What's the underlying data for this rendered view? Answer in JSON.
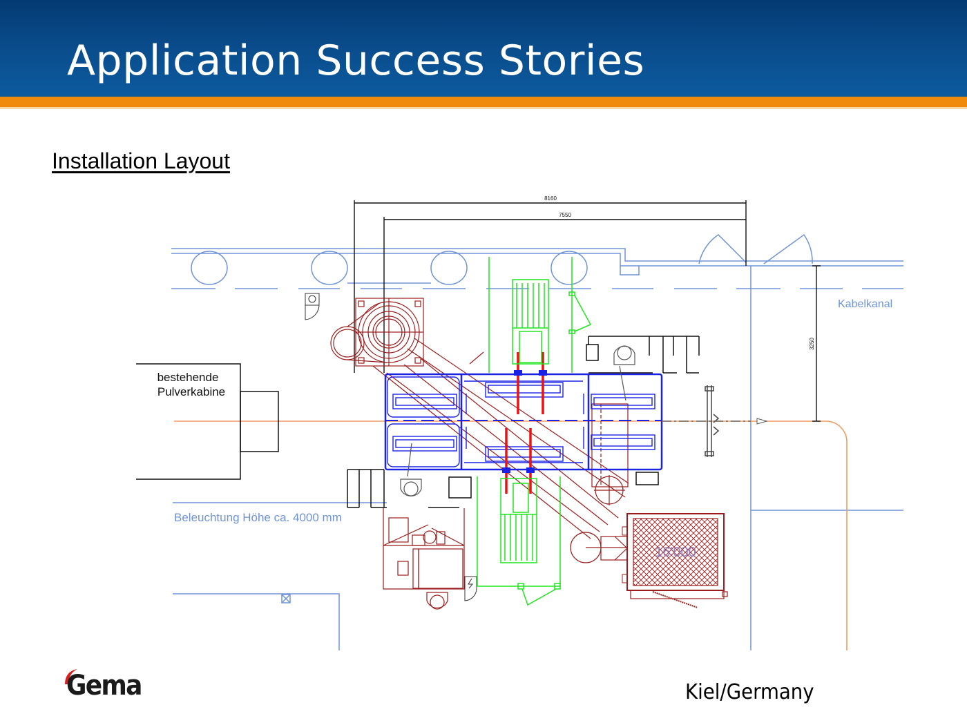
{
  "header": {
    "title": "Application Success Stories"
  },
  "subtitle": "Installation Layout",
  "drawing": {
    "dimensions": {
      "overall_width": "8160",
      "inner_width": "7550",
      "vertical": "3250"
    },
    "labels": {
      "cable_channel": "Kabelkanal",
      "existing_booth_line1": "bestehende",
      "existing_booth_line2": "Pulverkabine",
      "lighting_note": "Beleuchtung Höhe ca. 4000 mm",
      "filter_value": "16'000"
    },
    "icons": {
      "emergency": "sos-icon",
      "electrical": "lightning-icon"
    },
    "colors": {
      "building": "#6f93d8",
      "booth": "#1a22e6",
      "cyclone": "#9b1c1c",
      "forklift": "#1ee61e",
      "guns": "#ee1111",
      "conveyor": "#f39a62",
      "dimension": "#111111"
    }
  },
  "footer": {
    "logo": "Gema",
    "location": "Kiel/Germany"
  },
  "theme": {
    "header_blue": "#0a4e8e",
    "accent_orange": "#ef8a0c"
  }
}
